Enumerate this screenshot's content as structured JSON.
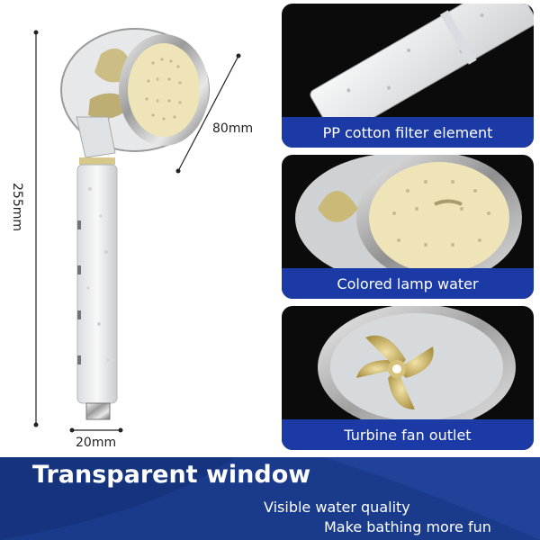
{
  "product": {
    "height_label": "255mm",
    "head_label": "80mm",
    "base_label": "20mm"
  },
  "features": [
    {
      "label": "PP cotton filter element",
      "icon": "filter-cartridge-icon"
    },
    {
      "label": "Colored lamp water",
      "icon": "shower-head-face-icon"
    },
    {
      "label": "Turbine fan outlet",
      "icon": "turbine-fan-icon"
    }
  ],
  "banner": {
    "title": "Transparent window",
    "line1": "Visible water quality",
    "line2": "Make bathing more fun"
  },
  "colors": {
    "label_blue": "#1b3aa6",
    "banner_blue": "#1a3a8c",
    "card_black": "#0b0b0b"
  }
}
